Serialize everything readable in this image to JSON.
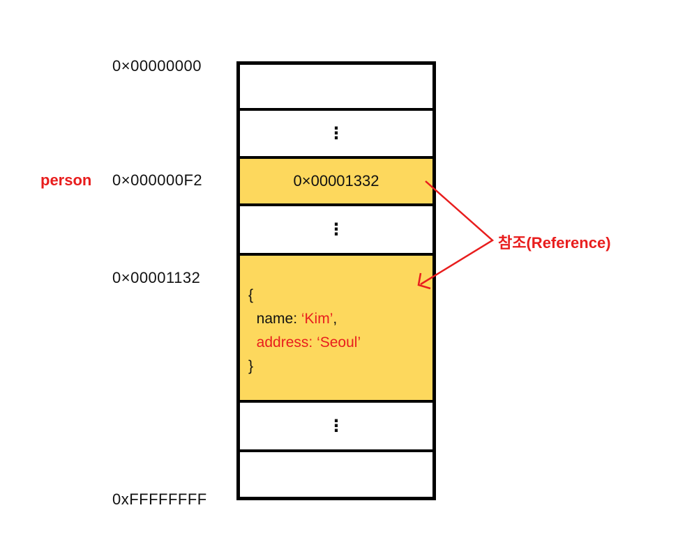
{
  "addresses": {
    "start": "0×00000000",
    "person_addr": "0×000000F2",
    "object_addr": "0×00001132",
    "end": "0xFFFFFFFF"
  },
  "variable": {
    "label": "person"
  },
  "cells": {
    "person_value": "0×00001332",
    "ellipsis": "⋮"
  },
  "object_literal": {
    "open": "{",
    "name_key": "name: ",
    "name_value": "‘Kim’",
    "name_comma": ",",
    "address_key": "address: ",
    "address_value": "‘Seoul’",
    "close": "}"
  },
  "reference": {
    "label": "참조(Reference)"
  },
  "colors": {
    "accent_red": "#e81d1d",
    "highlight_yellow": "#fdd85d",
    "border": "#000000"
  }
}
